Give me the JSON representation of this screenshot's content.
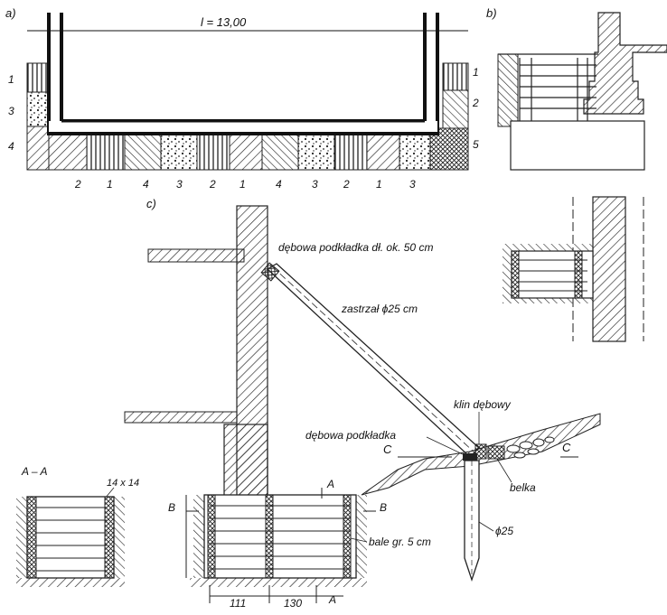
{
  "panels": {
    "a": {
      "label": "a)",
      "span_label": "l = 13,00",
      "left_layers": [
        "1",
        "3",
        "4"
      ],
      "right_layers": [
        "1",
        "2",
        "5"
      ],
      "bottom_numbers": [
        "2",
        "1",
        "4",
        "3",
        "2",
        "1",
        "4",
        "3",
        "2",
        "1",
        "3"
      ]
    },
    "b": {
      "label": "b)"
    },
    "c": {
      "label": "c)"
    }
  },
  "annotations": {
    "pad_long": "dębowa podkładka dł. ok. 50 cm",
    "strut": "zastrzał ϕ25 cm",
    "wedge": "klin dębowy",
    "pad": "dębowa podkładka",
    "beam": "belka",
    "pile": "ϕ25",
    "planks": "bale gr. 5 cm",
    "post_size": "14 x 14"
  },
  "sections": {
    "aa": "A – A",
    "a_marker": "A",
    "b_marker": "B",
    "c_marker": "C"
  },
  "dimensions": {
    "d1": "111",
    "d2": "130"
  }
}
